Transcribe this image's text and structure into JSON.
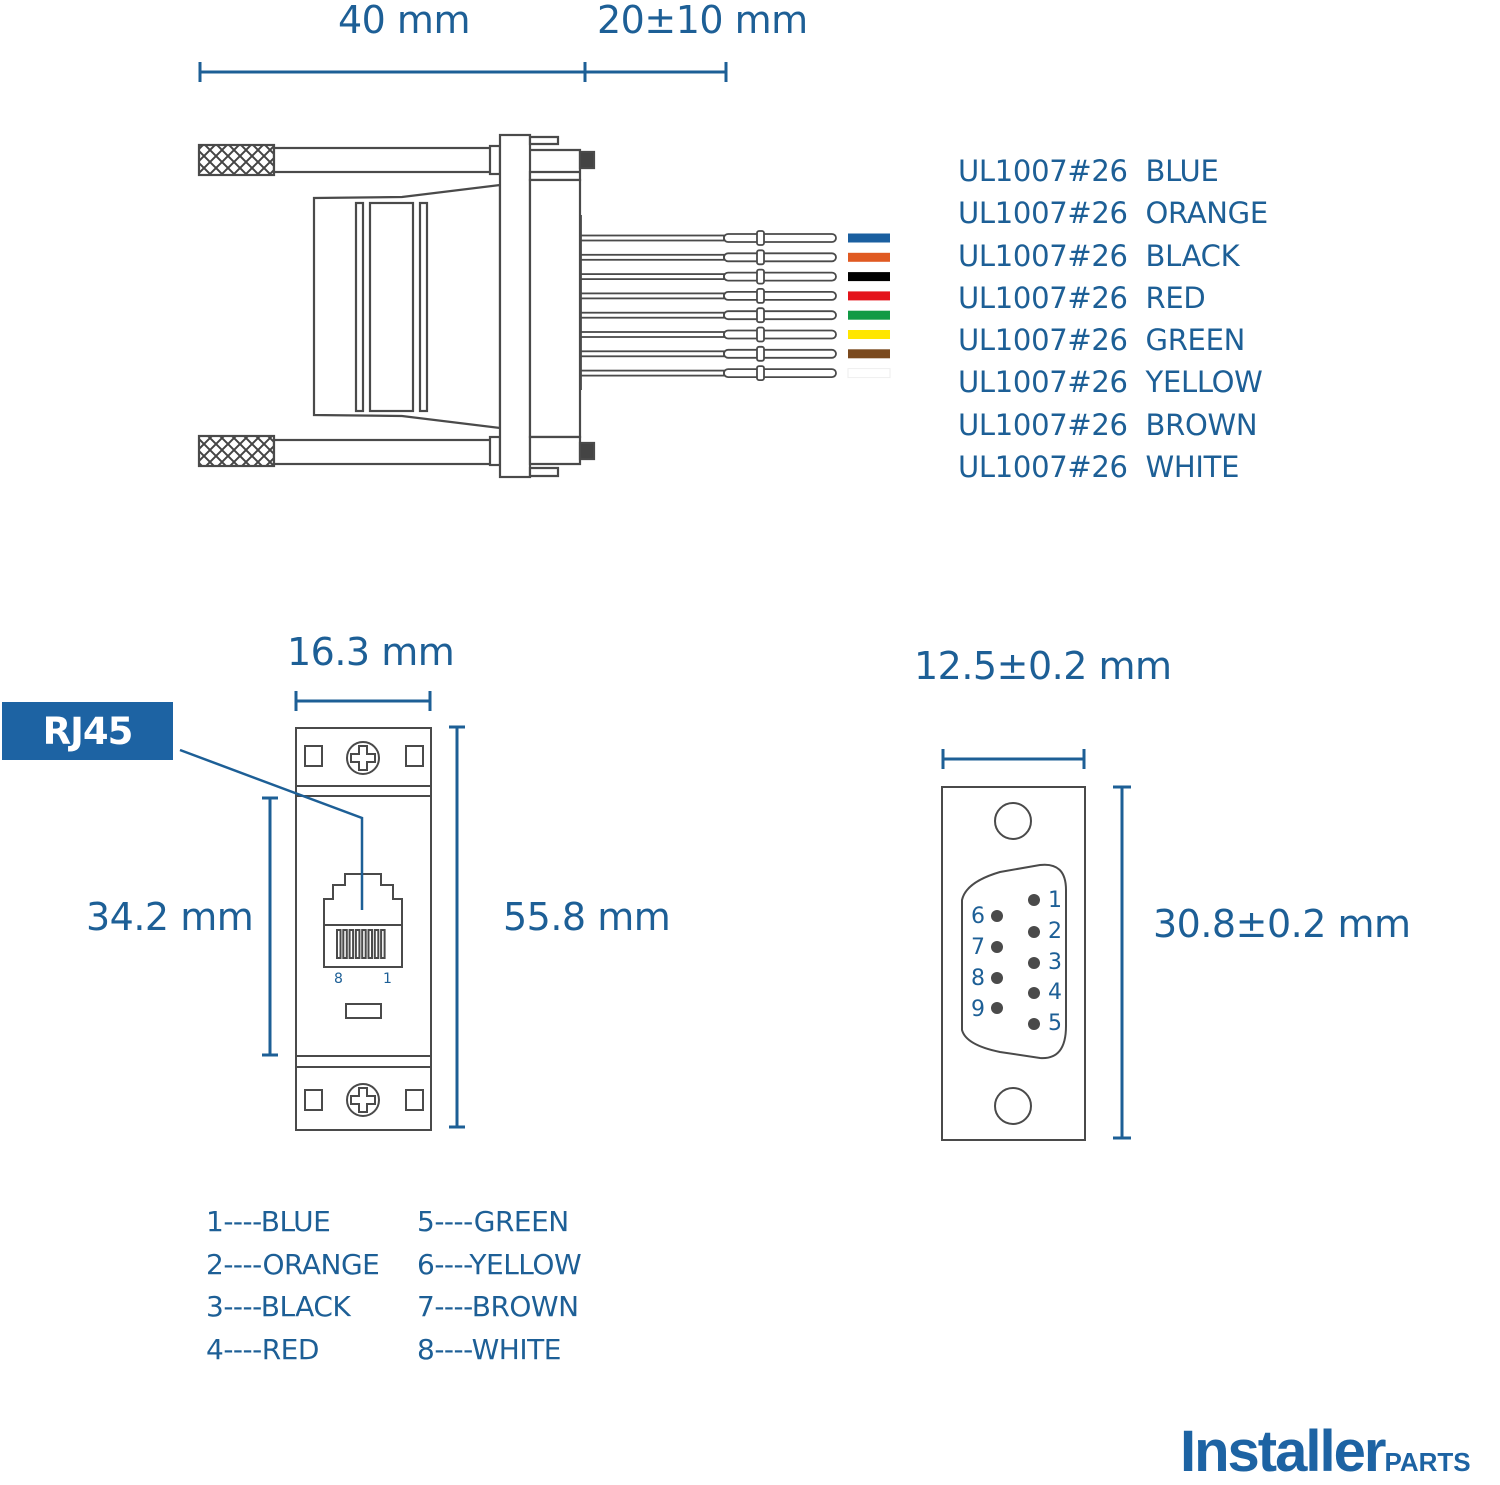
{
  "side_view": {
    "dimension_body": "40 mm",
    "dimension_wires": "20±10 mm",
    "wires": [
      {
        "gauge": "UL1007#26",
        "color_name": "BLUE",
        "swatch": "#1a5fa0"
      },
      {
        "gauge": "UL1007#26",
        "color_name": "ORANGE",
        "swatch": "#e05a22"
      },
      {
        "gauge": "UL1007#26",
        "color_name": "BLACK",
        "swatch": "#000000"
      },
      {
        "gauge": "UL1007#26",
        "color_name": "RED",
        "swatch": "#e4141b"
      },
      {
        "gauge": "UL1007#26",
        "color_name": "GREEN",
        "swatch": "#119a45"
      },
      {
        "gauge": "UL1007#26",
        "color_name": "YELLOW",
        "swatch": "#ffe600"
      },
      {
        "gauge": "UL1007#26",
        "color_name": "BROWN",
        "swatch": "#7b4a1e"
      },
      {
        "gauge": "UL1007#26",
        "color_name": "WHITE",
        "swatch": "#ffffff"
      }
    ]
  },
  "rj45_view": {
    "badge": "RJ45",
    "width": "16.3 mm",
    "inner_height": "34.2 mm",
    "outer_height": "55.8 mm",
    "pin_left": "8",
    "pin_right": "1"
  },
  "db9_view": {
    "width": "12.5±0.2 mm",
    "height": "30.8±0.2 mm",
    "pins_top_row": [
      "1",
      "2",
      "3",
      "4",
      "5"
    ],
    "pins_bottom_row": [
      "6",
      "7",
      "8",
      "9"
    ]
  },
  "pinout": {
    "left_column": [
      "1----BLUE",
      "2----ORANGE",
      "3----BLACK",
      "4----RED"
    ],
    "right_column": [
      "5----GREEN",
      "6----YELLOW",
      "7----BROWN",
      "8----WHITE"
    ]
  },
  "logo": {
    "main": "Installer",
    "suffix": "PARTS"
  },
  "colors": {
    "accent": "#1d5f96",
    "badge_bg": "#1d63a3",
    "line": "#4a4a4a"
  }
}
